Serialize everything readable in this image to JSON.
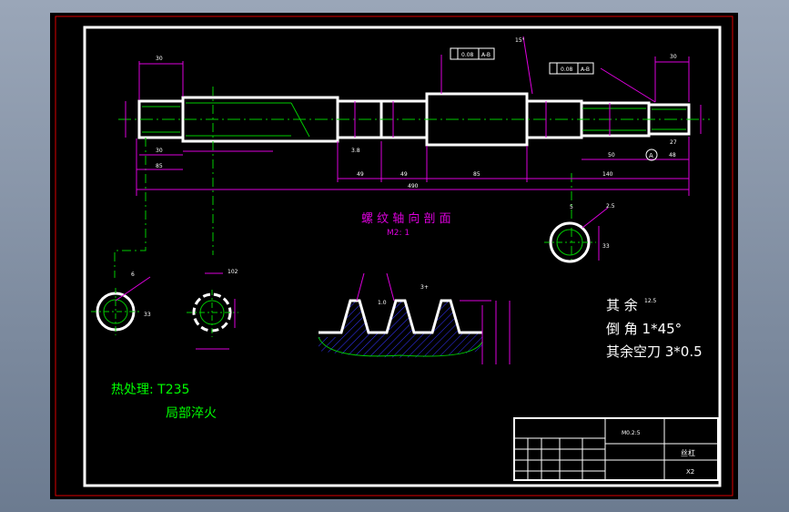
{
  "section_title": "螺 纹 轴 向 剖 面",
  "section_scale": "M2: 1",
  "heat_treatment": "热处理: T235",
  "local_quench": "局部淬火",
  "notes": [
    "其 余",
    "倒 角  1*45°",
    "其余空刀  3*0.5"
  ],
  "roughness_value": "12.5",
  "tolerance_frames": [
    "0.08",
    "A-B"
  ],
  "dimensions": {
    "d30_a": "30",
    "d30_b": "30",
    "d30_c": "30",
    "d85": "85",
    "d49_a": "49",
    "d49_b": "49",
    "d85_b": "85",
    "d140": "140",
    "d50": "50",
    "d48": "48",
    "d27": "27",
    "d490": "490",
    "d3_8": "3.8",
    "d15deg": "15°",
    "d5": "5",
    "d2_5": "2.5",
    "d33": "33",
    "d6": "6",
    "d102": "102",
    "d3_plus": "3+",
    "d1_0": "1.0"
  },
  "datum_label": "A",
  "title_block": {
    "scale_text": "M0.2:5",
    "part_name": "丝杠",
    "sheet": "X2"
  }
}
